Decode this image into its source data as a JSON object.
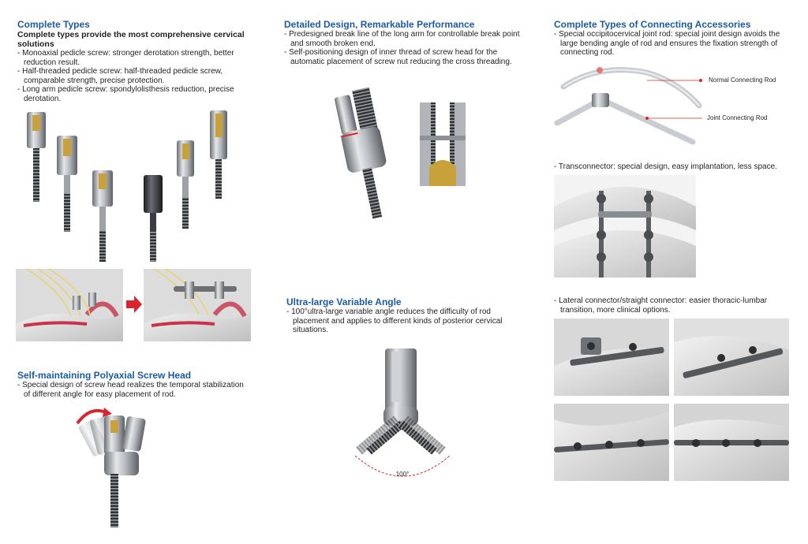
{
  "complete_types": {
    "title": "Complete Types",
    "subtitle": "Complete types provide the most comprehensive cervical solutions",
    "bullets": [
      "- Monoaxial pedicle screw: stronger derotation strength, better reduction result.",
      "- Half-threaded pedicle screw: half-threaded pedicle screw, comparable strength, precise protection.",
      "- Long arm pedicle screw: spondylolisthesis reduction, precise derotation."
    ]
  },
  "self_maintaining": {
    "title": "Self-maintaining Polyaxial Screw Head",
    "bullets": [
      "- Special design of screw head realizes the temporal stabilization of different angle for easy placement of rod."
    ]
  },
  "detailed_design": {
    "title": "Detailed Design, Remarkable Performance",
    "bullets": [
      "- Predesigned break line of the long arm for controllable break point and smooth broken end.",
      "- Self-positioning design of inner thread of screw head for the automatic placement of screw nut reducing the cross threading."
    ]
  },
  "variable_angle": {
    "title": "Ultra-large Variable Angle",
    "bullets": [
      "- 100°ultra-large variable angle reduces the difficulty of rod placement and applies to different kinds of posterior cervical situations."
    ],
    "angle_label": "100°"
  },
  "accessories": {
    "title": "Complete Types of Connecting Accessories",
    "bullets_occipital": [
      "- Special occipitocervical joint rod: special joint design avoids the large bending angle of rod and ensures the fixation strength of connecting rod."
    ],
    "rod_labels": [
      "Normal Connecting Rod",
      "Joint Connecting Rod"
    ],
    "bullet_transconnector": "- Transconnector: special design, easy implantation, less space.",
    "bullet_lateral": "- Lateral connector/straight connector: easier thoracic-lumbar transition, more clinical options."
  },
  "colors": {
    "heading": "#1d5aa6",
    "accent_red": "#d9262e",
    "metal": "#b8bcc0",
    "gold": "#c9a13b"
  }
}
